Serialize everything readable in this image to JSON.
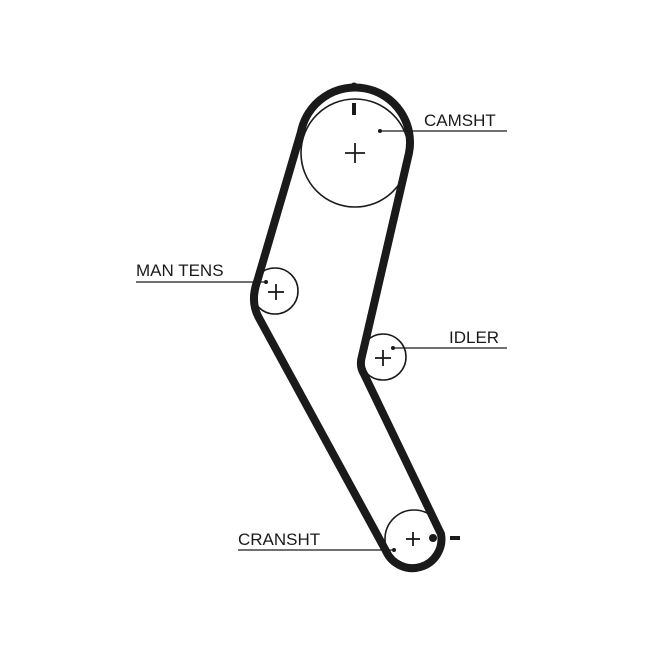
{
  "diagram": {
    "labels": {
      "camshaft": "CAMSHT",
      "manual_tensioner": "MAN TENS",
      "idler": "IDLER",
      "crankshaft": "CRANSHT"
    },
    "colors": {
      "line": "#1a1a1a",
      "background": "#ffffff"
    }
  }
}
